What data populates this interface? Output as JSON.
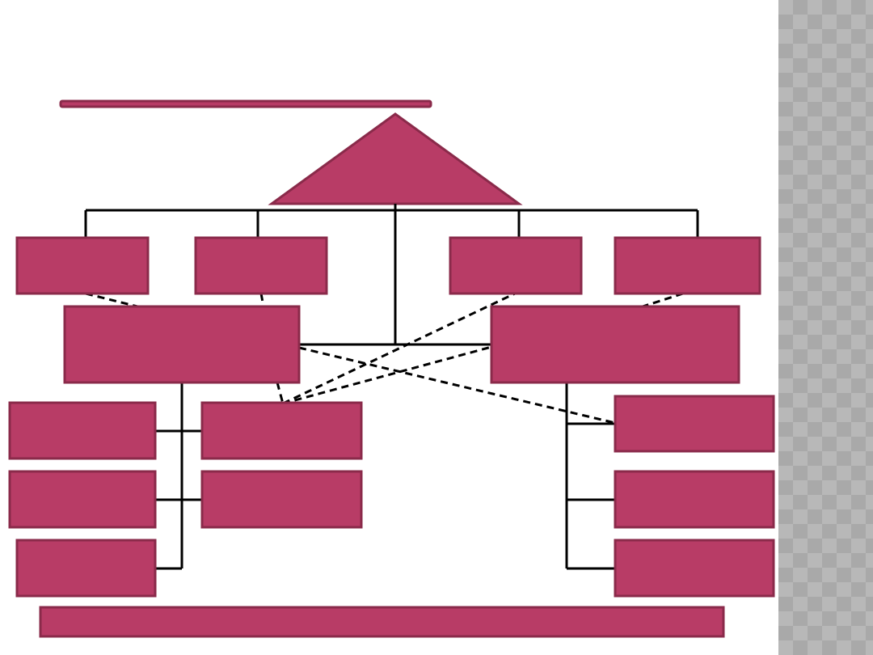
{
  "theme": {
    "box_fill": "#b83c66",
    "box_stroke": "#8a2a4a",
    "line_color": "#000000"
  },
  "diagram": {
    "title_bar_text": "",
    "apex_text": "",
    "boxes": [
      {
        "id": "top-1",
        "label": ""
      },
      {
        "id": "top-2",
        "label": ""
      },
      {
        "id": "top-3",
        "label": ""
      },
      {
        "id": "top-4",
        "label": ""
      },
      {
        "id": "mid-left",
        "label": ""
      },
      {
        "id": "mid-right",
        "label": ""
      },
      {
        "id": "left-a1",
        "label": ""
      },
      {
        "id": "left-b1",
        "label": ""
      },
      {
        "id": "left-a2",
        "label": ""
      },
      {
        "id": "left-b2",
        "label": ""
      },
      {
        "id": "left-a3",
        "label": ""
      },
      {
        "id": "right-1",
        "label": ""
      },
      {
        "id": "right-2",
        "label": ""
      },
      {
        "id": "right-3",
        "label": ""
      },
      {
        "id": "bottom-bar",
        "label": ""
      }
    ]
  }
}
